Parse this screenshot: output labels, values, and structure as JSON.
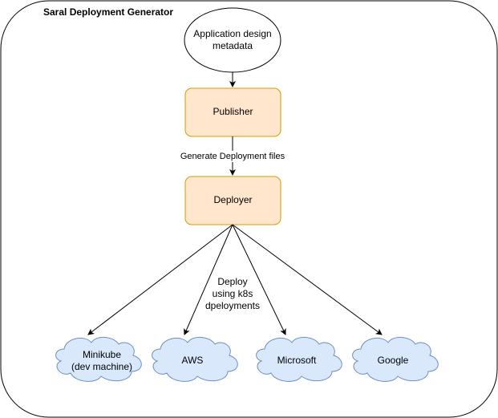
{
  "container": {
    "title": "Saral Deployment Generator"
  },
  "nodes": {
    "metadata": "Application design\nmetadata",
    "publisher": "Publisher",
    "deployer": "Deployer"
  },
  "edges": {
    "generate": "Generate Deployment files",
    "deploy": "Deploy\nusing k8s\ndpeloyments"
  },
  "targets": [
    {
      "label": "Minikube\n(dev machine)"
    },
    {
      "label": "AWS"
    },
    {
      "label": "Microsoft"
    },
    {
      "label": "Google"
    }
  ],
  "colors": {
    "process_fill": "#FFE6CC",
    "process_stroke": "#D79B00",
    "cloud_fill": "#DAE8FC",
    "cloud_stroke": "#6C8EBF",
    "border": "#000000"
  }
}
